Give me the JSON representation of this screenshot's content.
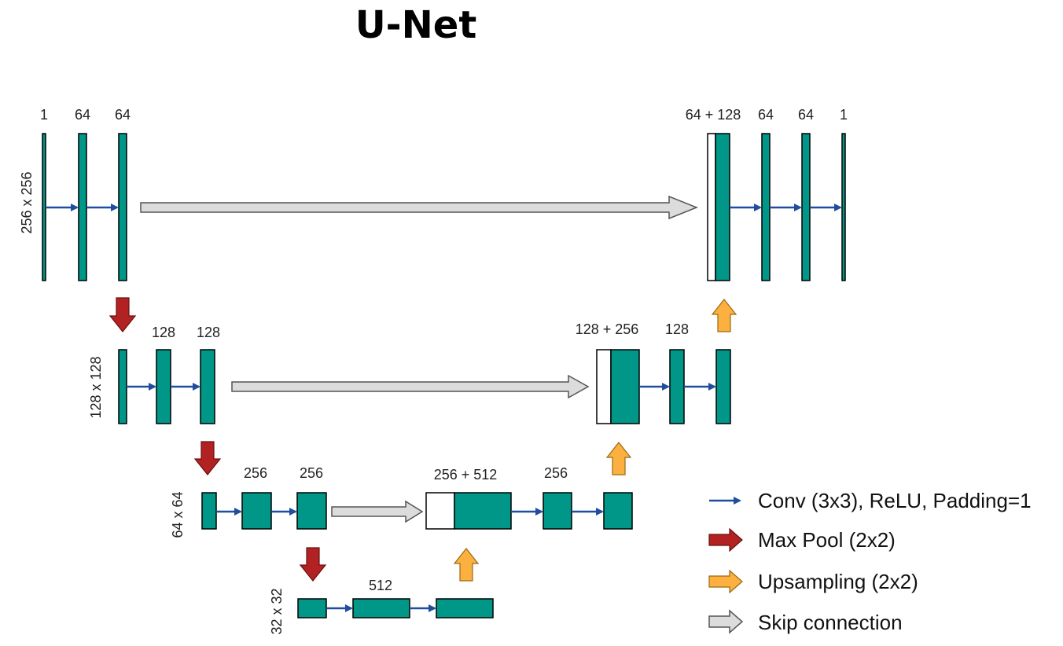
{
  "title": "U-Net",
  "levels": {
    "l1": {
      "dim": "256 x 256",
      "enc_labels": [
        "1",
        "64",
        "64"
      ],
      "dec_labels": [
        "64 + 128",
        "64",
        "64",
        "1"
      ]
    },
    "l2": {
      "dim": "128 x 128",
      "enc_labels": [
        "128",
        "128"
      ],
      "dec_labels": [
        "128 + 256",
        "128"
      ]
    },
    "l3": {
      "dim": "64 x 64",
      "enc_labels": [
        "256",
        "256"
      ],
      "dec_labels": [
        "256 + 512",
        "256"
      ]
    },
    "l4": {
      "dim": "32 x 32",
      "labels": [
        "512"
      ]
    }
  },
  "legend": {
    "conv": "Conv (3x3), ReLU, Padding=1",
    "pool": "Max Pool (2x2)",
    "up": "Upsampling (2x2)",
    "skip": "Skip connection"
  },
  "colors": {
    "feature_map": "#009688",
    "conv_arrow": "#1f4e9e",
    "pool_arrow": "#b22222",
    "up_arrow": "#fbb040",
    "skip_arrow": "#dcdcdc"
  }
}
